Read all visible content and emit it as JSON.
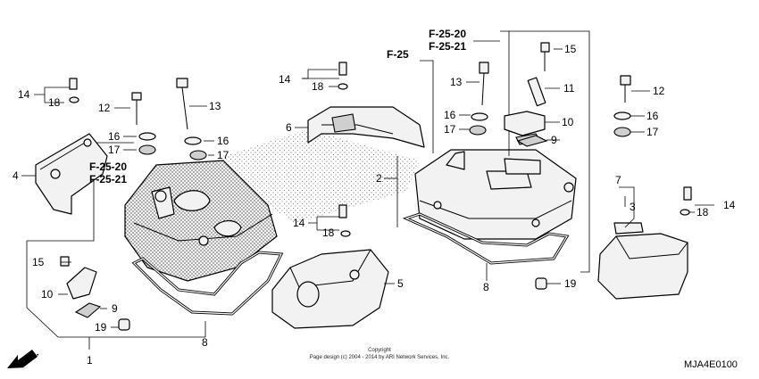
{
  "references": {
    "f25_20_top": "F-25-20",
    "f25_21_top": "F-25-21",
    "f25": "F-25",
    "f25_20_left": "F-25-20",
    "f25_21_left": "F-25-21"
  },
  "callouts": {
    "c1": "1",
    "c2": "2",
    "c3": "3",
    "c4": "4",
    "c5": "5",
    "c6": "6",
    "c7": "7",
    "c8a": "8",
    "c8b": "8",
    "c9a": "9",
    "c9b": "9",
    "c10a": "10",
    "c10b": "10",
    "c11": "11",
    "c12a": "12",
    "c12b": "12",
    "c13a": "13",
    "c13b": "13",
    "c14a": "14",
    "c14b": "14",
    "c14c": "14",
    "c14d": "14",
    "c15a": "15",
    "c15b": "15",
    "c16a": "16",
    "c16b": "16",
    "c16c": "16",
    "c16d": "16",
    "c17a": "17",
    "c17b": "17",
    "c17c": "17",
    "c17d": "17",
    "c18a": "18",
    "c18b": "18",
    "c18c": "18",
    "c18d": "18",
    "c19a": "19",
    "c19b": "19"
  },
  "direction": "FR.",
  "copyright_line1": "Copyright",
  "copyright_line2": "Page design (c) 2004 - 2014 by ARI Network Services, Inc.",
  "diagram_code": "MJA4E0100"
}
